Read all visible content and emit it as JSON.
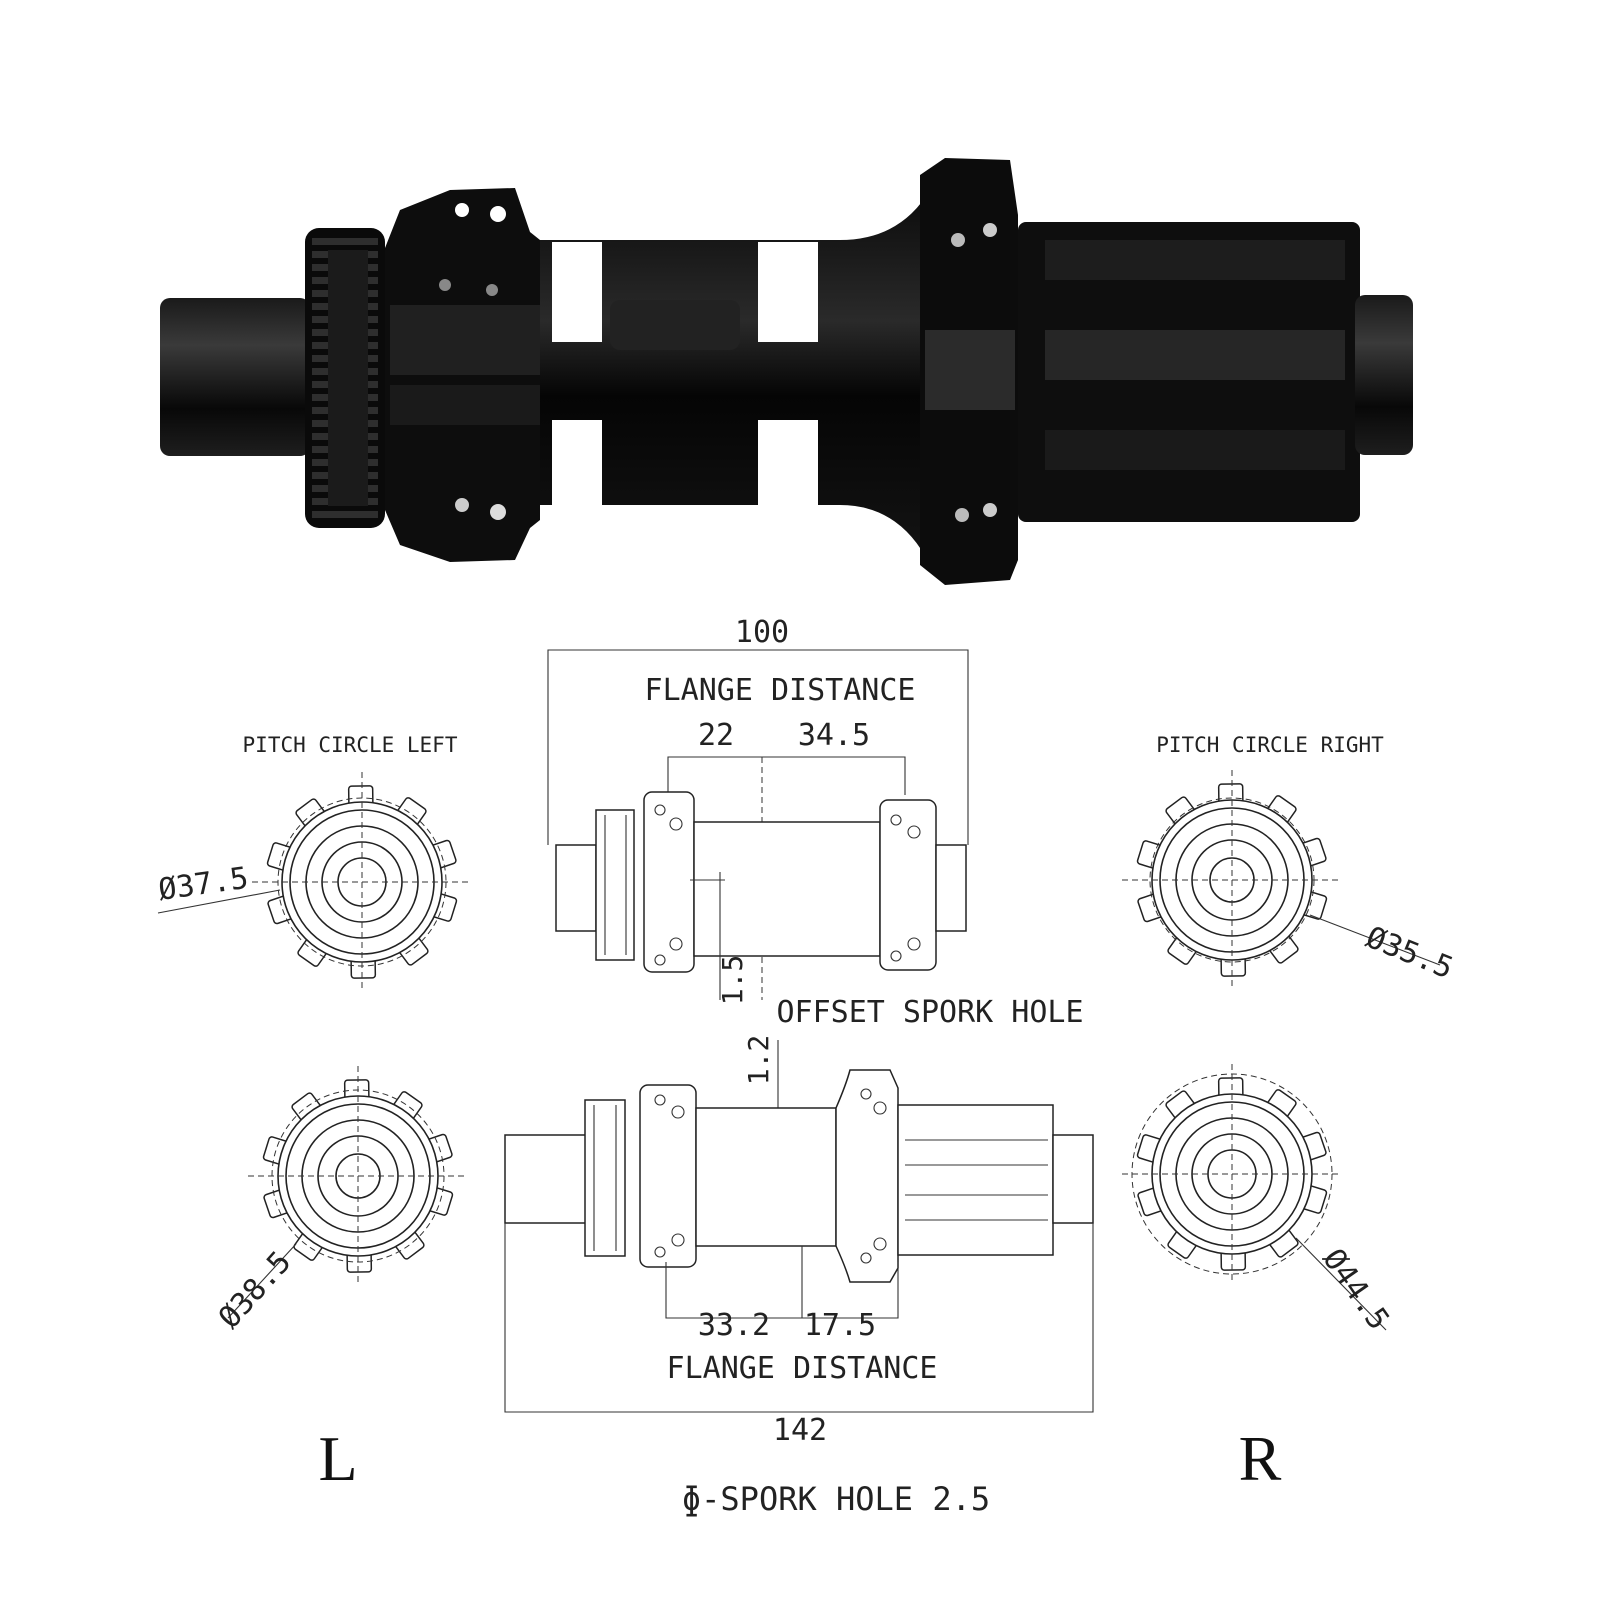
{
  "photo": {
    "caption": ""
  },
  "top_drawing": {
    "overall": "100",
    "title": "FLANGE DISTANCE",
    "left_dim": "22",
    "right_dim": "34.5",
    "offset_value": "1.5"
  },
  "offset_label": "OFFSET SPORK HOLE",
  "bottom_drawing": {
    "offset_value": "1.2",
    "left_dim": "33.2",
    "right_dim": "17.5",
    "title": "FLANGE DISTANCE",
    "overall": "142"
  },
  "pitch_left": {
    "label": "PITCH CIRCLE LEFT",
    "top_dia": "Ø37.5",
    "bottom_dia": "Ø38.5",
    "side": "L"
  },
  "pitch_right": {
    "label": "PITCH CIRCLE RIGHT",
    "top_dia": "Ø35.5",
    "bottom_dia": "Ø44.5",
    "side": "R"
  },
  "spoke_hole": "ɸ-SPORK HOLE 2.5"
}
